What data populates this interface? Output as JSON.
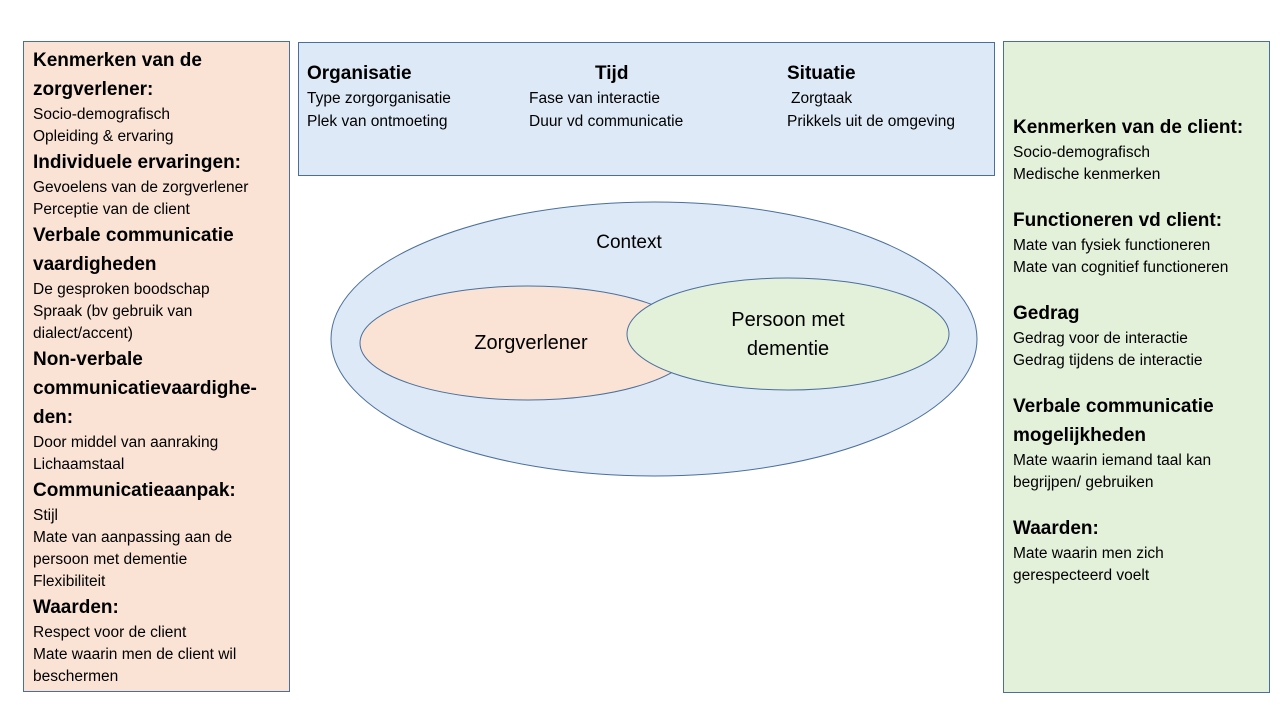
{
  "left_panel": {
    "sections": [
      {
        "title": "Kenmerken van de zorgverlener:",
        "items": [
          "Socio-demografisch",
          "Opleiding & ervaring"
        ]
      },
      {
        "title": "Individuele ervaringen:",
        "items": [
          "Gevoelens van de zorgverlener",
          "Perceptie van de client"
        ]
      },
      {
        "title": "Verbale communicatie vaardigheden",
        "items": [
          "De gesproken boodschap",
          "Spraak (bv gebruik van dialect/accent)"
        ]
      },
      {
        "title": "Non-verbale communicatievaardighe-den:",
        "items": [
          "Door middel van aanraking",
          "Lichaamstaal"
        ]
      },
      {
        "title": "Communicatieaanpak:",
        "items": [
          "Stijl",
          "Mate van aanpassing aan de persoon met dementie",
          "Flexibiliteit"
        ]
      },
      {
        "title": "Waarden:",
        "items": [
          "Respect voor de client",
          "Mate waarin men de client wil beschermen"
        ]
      }
    ]
  },
  "top_panel": {
    "columns": [
      {
        "title": "Organisatie",
        "items": [
          "Type zorgorganisatie",
          "Plek van ontmoeting"
        ]
      },
      {
        "title": "Tijd",
        "items": [
          "Fase van interactie",
          "Duur vd communicatie"
        ]
      },
      {
        "title": "Situatie",
        "items": [
          "Zorgtaak",
          "Prikkels uit de omgeving"
        ]
      }
    ]
  },
  "right_panel": {
    "sections": [
      {
        "title": "Kenmerken van de client:",
        "items": [
          "Socio-demografisch",
          "Medische kenmerken"
        ]
      },
      {
        "title": "Functioneren vd client:",
        "items": [
          "Mate van fysiek functioneren",
          "Mate van cognitief functioneren"
        ]
      },
      {
        "title": "Gedrag",
        "items": [
          "Gedrag voor de interactie",
          "Gedrag tijdens de interactie"
        ]
      },
      {
        "title": "Verbale communicatie mogelijkheden",
        "items": [
          "Mate waarin iemand taal kan begrijpen/ gebruiken"
        ]
      },
      {
        "title": "Waarden:",
        "items": [
          "Mate waarin men zich gerespecteerd voelt"
        ]
      }
    ]
  },
  "diagram": {
    "context_label": "Context",
    "zorgverlener_label": "Zorgverlener",
    "persoon_label_line1": "Persoon met",
    "persoon_label_line2": "dementie"
  },
  "colors": {
    "peach": "#fae3d5",
    "green": "#e3f0da",
    "blue": "#dde9f6",
    "border": "#4a6f9c"
  }
}
